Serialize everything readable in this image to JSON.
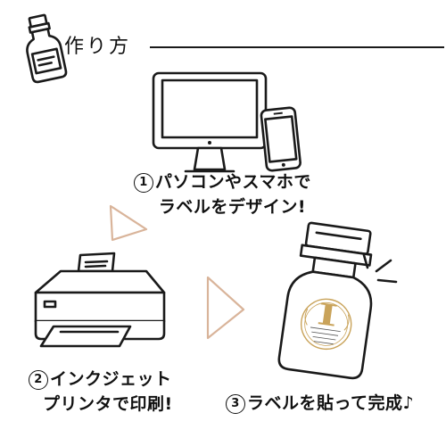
{
  "header": {
    "title": "作り方"
  },
  "steps": [
    {
      "num": "1",
      "line1": "パソコンやスマホで",
      "line2": "ラベルをデザイン!"
    },
    {
      "num": "2",
      "line1": "インクジェット",
      "line2": "プリンタで印刷!"
    },
    {
      "num": "3",
      "line1": "ラベルを貼って完成♪"
    }
  ],
  "colors": {
    "ink": "#1a1a1a",
    "arrow": "#d9b49a",
    "label_gold": "#c9a35a"
  },
  "icons": [
    "bottle-icon",
    "monitor-icon",
    "smartphone-icon",
    "printer-icon",
    "labeled-bottle-icon",
    "arrow-right-icon"
  ]
}
